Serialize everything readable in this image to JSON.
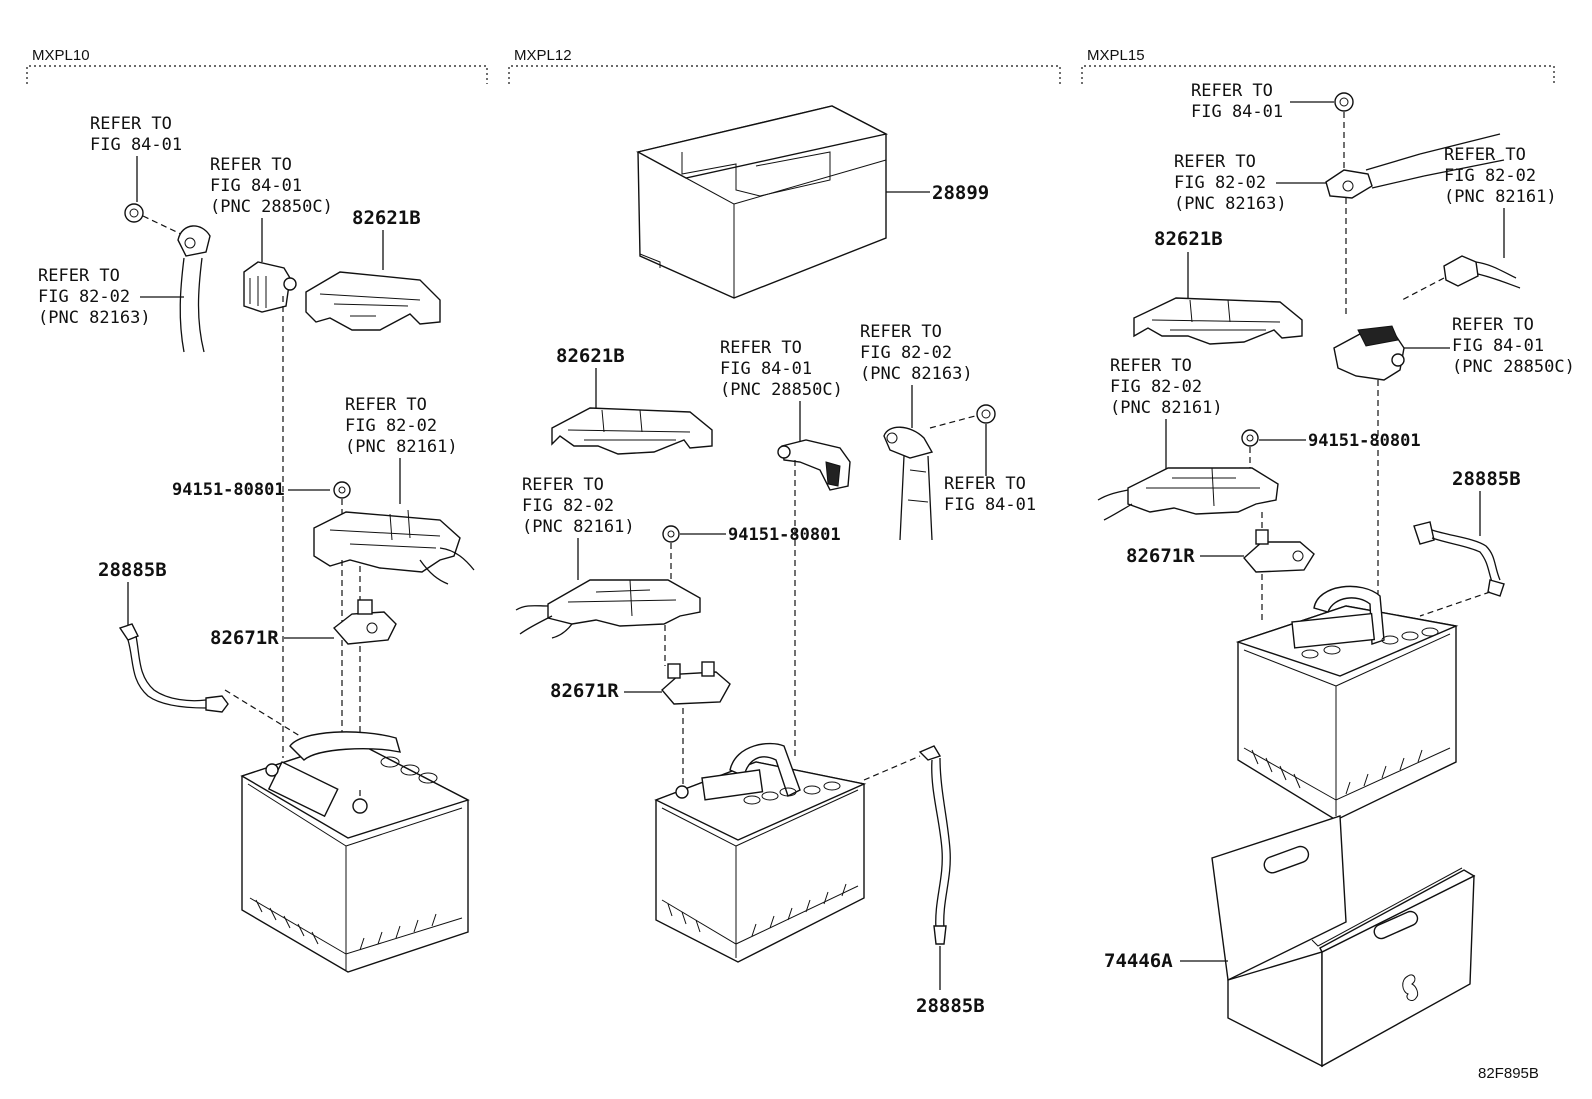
{
  "figure_ref": "82F895B",
  "sections": [
    {
      "id": "mxpl10",
      "header": "MXPL10"
    },
    {
      "id": "mxpl12",
      "header": "MXPL12"
    },
    {
      "id": "mxpl15",
      "header": "MXPL15"
    }
  ],
  "labels": {
    "refer_to": "REFER TO",
    "fig_84_01": "FIG 84-01",
    "fig_82_02": "FIG 82-02",
    "pnc_28850c": "(PNC 28850C)",
    "pnc_82163": "(PNC 82163)",
    "pnc_82161": "(PNC 82161)"
  },
  "parts": {
    "p82621b": "82621B",
    "p94151": "94151-80801",
    "p28885b": "28885B",
    "p82671r": "82671R",
    "p28899": "28899",
    "p74446a": "74446A"
  }
}
